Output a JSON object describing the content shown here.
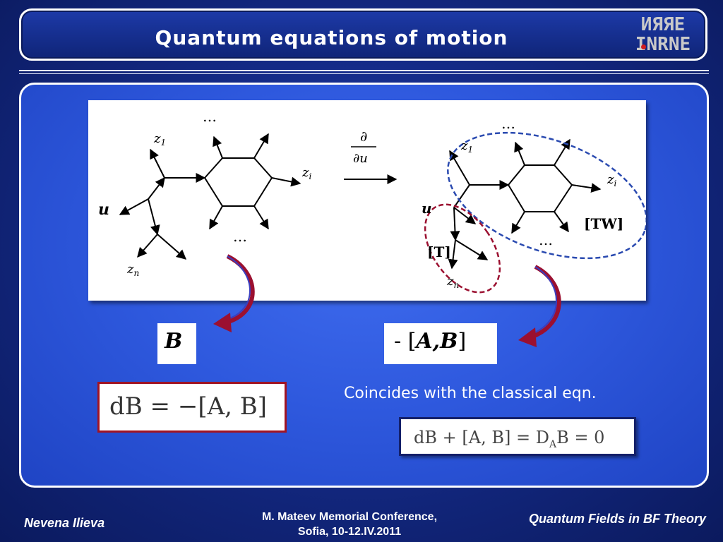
{
  "title": "Quantum equations of motion",
  "logo": {
    "line1": "ИЯЯЕ",
    "line2": "INRNE"
  },
  "diagram": {
    "left_labels": {
      "z1": "z",
      "z1_sub": "1",
      "zi": "z",
      "zi_sub": "i",
      "zn": "z",
      "zn_sub": "n",
      "u": "u",
      "dots_top": "…",
      "dots_bottom": "…"
    },
    "derivative": {
      "numerator": "∂",
      "denominator": "∂u"
    },
    "right_labels": {
      "z1": "z",
      "z1_sub": "1",
      "zi": "z",
      "zi_sub": "i",
      "zn": "z",
      "zn_sub": "n",
      "u": "u",
      "tw": "[TW]",
      "t": "[T]",
      "dots_top": "…",
      "dots_bottom": "…"
    }
  },
  "labels": {
    "b": "B",
    "ab_prefix": "- [",
    "ab_body": "A,B",
    "ab_suffix": "]"
  },
  "equations": {
    "quantum": "dB = −[A, B]",
    "coincides": "Coincides with the classical eqn.",
    "classical": "dB + [A, B] = D",
    "classical_sub": "A",
    "classical_tail": "B = 0"
  },
  "footer": {
    "author": "Nevena Ilieva",
    "conference_line1": "M. Mateev  Memorial Conference,",
    "conference_line2": "Sofia, 10-12.IV.2011",
    "topic": "Quantum  Fields in BF Theory"
  },
  "colors": {
    "background": "#142a86",
    "panel": "#2e58dd",
    "red_ring": "#9b1030",
    "blue_ring": "#2a4ab0"
  }
}
